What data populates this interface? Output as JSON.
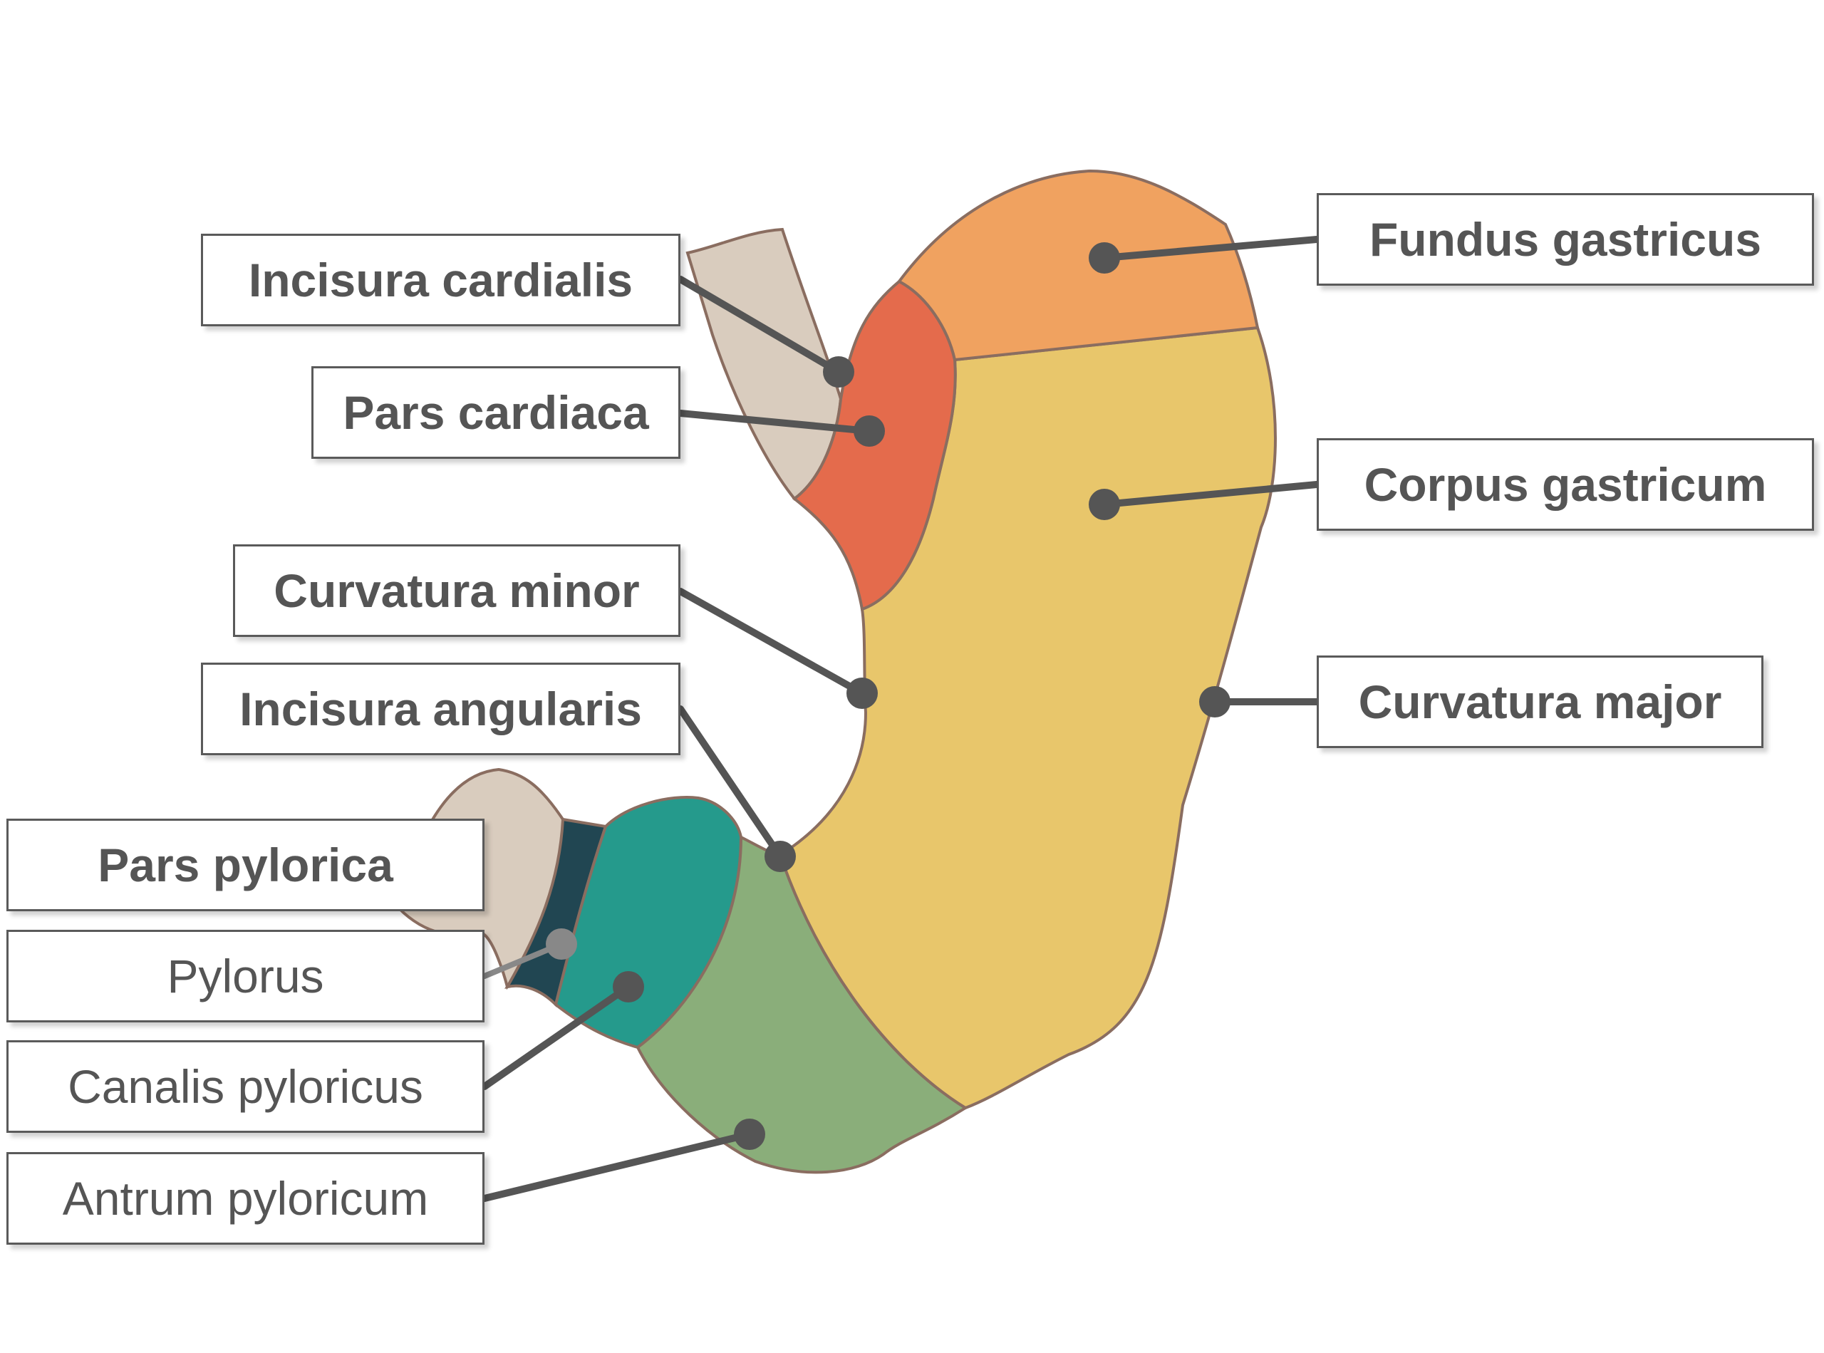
{
  "colors": {
    "outline": "#8a6d60",
    "leader": "#555555",
    "esophagus": "#d9ccbe",
    "duodenum": "#d9ccbe",
    "fundus": "#f0a260",
    "cardia": "#e46b4c",
    "corpus": "#e8c66b",
    "antrum": "#8aae7a",
    "canalis": "#259a8c",
    "pylorus": "#214652"
  },
  "labels": {
    "incisura_cardialis": "Incisura cardialis",
    "pars_cardiaca": "Pars cardiaca",
    "curvatura_minor": "Curvatura minor",
    "incisura_angularis": "Incisura angularis",
    "pars_pylorica": "Pars pylorica",
    "pylorus": "Pylorus",
    "canalis_pyloricus": "Canalis pyloricus",
    "antrum_pyloricum": "Antrum pyloricum",
    "fundus_gastricus": "Fundus gastricus",
    "corpus_gastricum": "Corpus gastricum",
    "curvatura_major": "Curvatura major"
  }
}
